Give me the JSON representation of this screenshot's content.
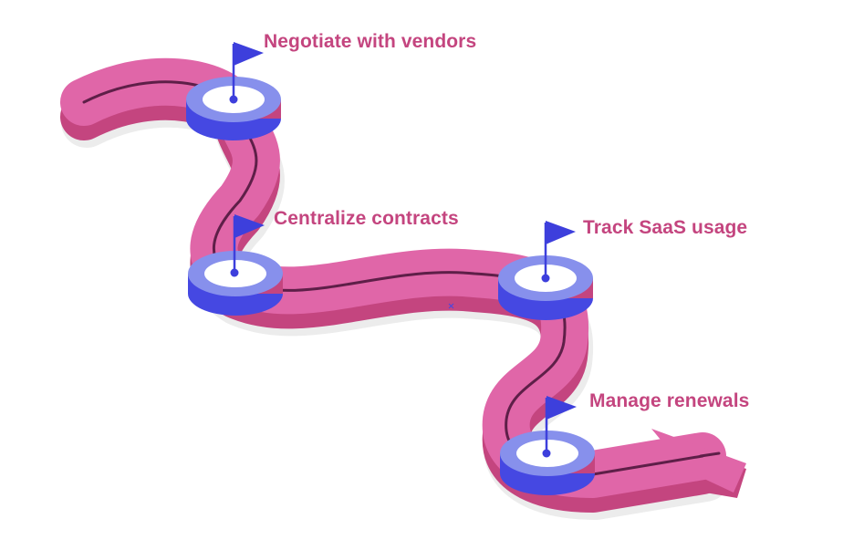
{
  "milestones": [
    {
      "label": "Negotiate with vendors"
    },
    {
      "label": "Centralize contracts"
    },
    {
      "label": "Track SaaS usage"
    },
    {
      "label": "Manage renewals"
    }
  ],
  "icons": {
    "flag": "flag-icon",
    "arrow": "arrow-head-icon"
  },
  "colors": {
    "road_top": "#e066a8",
    "road_side": "#c4457f",
    "road_center_line": "#5e1f48",
    "ring": "#8790ec",
    "ring_side": "#4548e2",
    "flag": "#3d3fdc",
    "label_text": "#c4457f",
    "shadow": "#ececec"
  }
}
